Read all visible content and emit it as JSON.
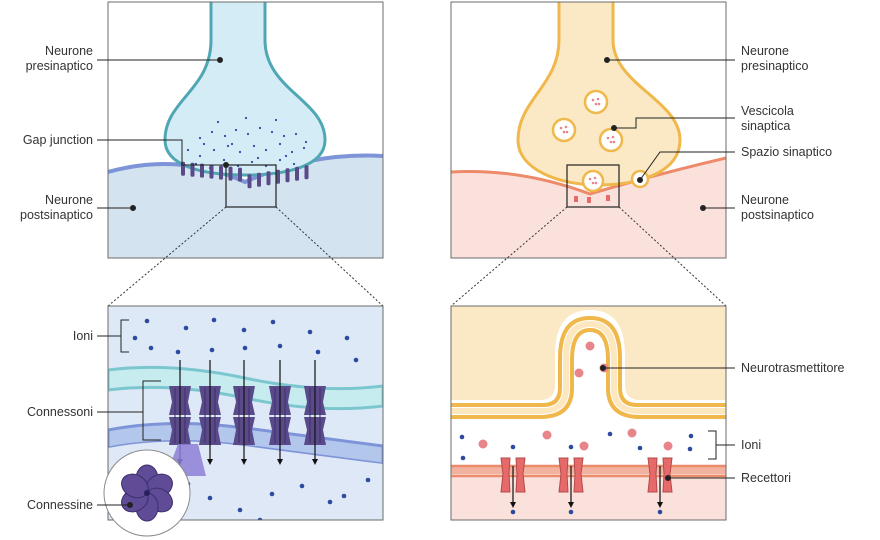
{
  "labels": {
    "electrical": {
      "presynaptic": "Neurone\npresinaptico",
      "gap_junction": "Gap junction",
      "postsynaptic": "Neurone\npostsinaptico",
      "ions": "Ioni",
      "connexons": "Connessoni",
      "connexins": "Connessine"
    },
    "chemical": {
      "presynaptic": "Neurone\npresinaptico",
      "vesicle": "Vescicola\nsinaptica",
      "cleft": "Spazio sinaptico",
      "postsynaptic": "Neurone\npostsinaptico",
      "neurotransmitter": "Neurotrasmettitore",
      "ions": "Ioni",
      "receptors": "Recettori"
    }
  },
  "colors": {
    "electrical_pre_fill": "#d4ecf6",
    "electrical_pre_stroke": "#4fa7b3",
    "electrical_post_fill": "#d3e3ef",
    "electrical_post_stroke": "#7e94d8",
    "panel_border": "#6b6b6b",
    "connexon": "#5a4a8a",
    "connexin_fill": "#5f4b96",
    "ion": "#2b4aa0",
    "chemical_pre_fill": "#fbe9c6",
    "chemical_pre_stroke": "#f0b74a",
    "chemical_post_fill": "#fbe1dc",
    "chemical_post_stroke": "#ec8a6a",
    "vesicle_dot": "#e8858a",
    "receptor": "#e66a6a"
  }
}
